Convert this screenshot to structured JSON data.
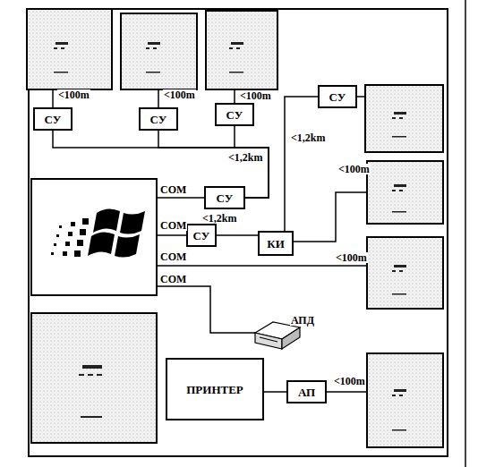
{
  "diagram": {
    "nodes": [
      {
        "text": [
          "СУ"
        ]
      },
      {
        "text": [
          "СУ"
        ]
      },
      {
        "text": [
          "СУ"
        ]
      },
      {
        "text": [
          "СУ"
        ]
      },
      {
        "text": [
          "СУ"
        ]
      },
      {
        "text": [
          "СУ"
        ]
      },
      {
        "text": [
          "КИ"
        ]
      },
      {
        "text": [
          "ПРИНТЕР"
        ]
      },
      {
        "text": [
          "АП"
        ]
      }
    ],
    "edges": [
      {
        "from": 0,
        "to": 4,
        "arrow": "none"
      },
      {
        "from": 1,
        "to": 4,
        "arrow": "none"
      },
      {
        "from": 2,
        "to": 4,
        "label": "<1,2km",
        "arrow": "none"
      },
      {
        "from": 5,
        "to": 6,
        "label": "<1,2km",
        "arrow": "none"
      },
      {
        "from": 6,
        "to": 3,
        "label": "<1,2km",
        "arrow": "none"
      },
      {
        "from": 7,
        "to": 8,
        "arrow": "none"
      }
    ],
    "labels": [
      "<100m",
      "<100m",
      "<100m",
      "COM",
      "COM",
      "COM",
      "COM",
      "<100m",
      "<100m",
      "АПД",
      "<100m"
    ]
  }
}
